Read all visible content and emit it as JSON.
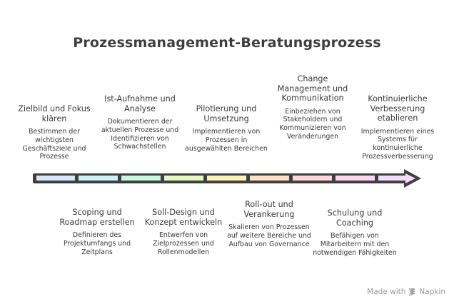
{
  "title": "Prozessmanagement-Beratungsprozess",
  "colors": {
    "line": "#3f3f3f",
    "segments": [
      "#dbe4ff",
      "#cdf1fb",
      "#c9f7e0",
      "#e3f8c2",
      "#fff2b8",
      "#ffe0c6",
      "#ffd6d9",
      "#ffd6ef",
      "#f0dcff"
    ]
  },
  "steps_top": [
    {
      "head": "Zielbild und Fokus klären",
      "desc": "Bestimmen der wichtigsten Geschäftsziele und Prozesse"
    },
    {
      "head": "Ist-Aufnahme und Analyse",
      "desc": "Dokumentieren der aktuellen Prozesse und Identifizieren von Schwachstellen"
    },
    {
      "head": "Pilotierung und Umsetzung",
      "desc": "Implementieren von Prozessen in ausgewählten Bereichen"
    },
    {
      "head": "Change Management und Kommunikation",
      "desc": "Einbeziehen von Stakeholdern und Kommunizieren von Veränderungen"
    },
    {
      "head": "Kontinuierliche Verbesserung etablieren",
      "desc": "Implementieren eines Systems für kontinuierliche Prozessverbesserung"
    }
  ],
  "steps_bottom": [
    {
      "head": "Scoping und Roadmap erstellen",
      "desc": "Definieren des Projektumfangs und Zeitplans"
    },
    {
      "head": "Soll-Design und Konzept entwickeln",
      "desc": "Entwerfen von Zielprozessen und Rollenmodellen"
    },
    {
      "head": "Roll-out und Verankerung",
      "desc": "Skalieren von Prozessen auf weitere Bereiche und Aufbau von Governance"
    },
    {
      "head": "Schulung und Coaching",
      "desc": "Befähigen von Mitarbeitern mit den notwendigen Fähigkeiten"
    }
  ],
  "footer": {
    "prefix": "Made with",
    "brand": "Napkin",
    "icon": "napkin-logo-icon"
  }
}
